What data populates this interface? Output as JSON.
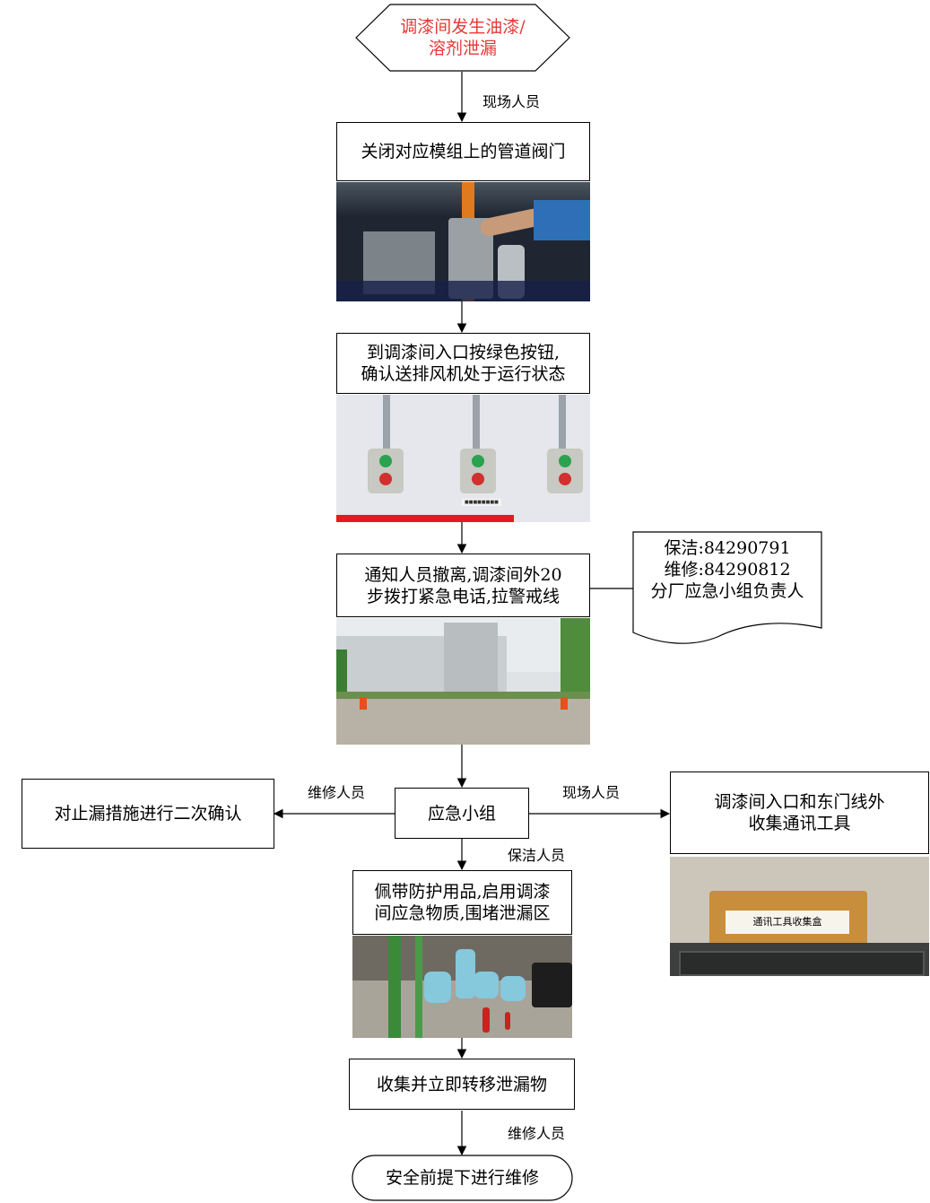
{
  "start": {
    "line1": "调漆间发生油漆/",
    "line2": "溶剂泄漏",
    "color": "#e53935"
  },
  "labels": {
    "onsite_1": "现场人员",
    "maint_left": "维修人员",
    "onsite_right": "现场人员",
    "cleaning": "保洁人员",
    "maint_bottom": "维修人员"
  },
  "steps": {
    "close_valve": "关闭对应模组上的管道阀门",
    "green_button_l1": "到调漆间入口按绿色按钮,",
    "green_button_l2": "确认送排风机处于运行状态",
    "notify_l1": "通知人员撤离,调漆间外20",
    "notify_l2": "步拨打紧急电话,拉警戒线",
    "emergency_group": "应急小组",
    "confirm_measures": "对止漏措施进行二次确认",
    "collect_tools_l1": "调漆间入口和东门线外",
    "collect_tools_l2": "收集通讯工具",
    "ppe_l1": "佩带防护用品,启用调漆",
    "ppe_l2": "间应急物质,围堵泄漏区",
    "collect_leak": "收集并立即转移泄漏物",
    "end": "安全前提下进行维修"
  },
  "contacts": {
    "cleaning": "保洁:84290791",
    "maintenance": "维修:84290812",
    "leader": "分厂应急小组负责人"
  },
  "photo_sign": "通讯工具收集盒",
  "photo_button_sign": "■■■■■■■■",
  "icons": {
    "photo_valve": "valve-photo-icon",
    "photo_buttons": "control-buttons-photo-icon",
    "photo_building": "factory-building-photo-icon",
    "photo_response": "emergency-team-photo-icon",
    "photo_box": "tool-collection-box-photo-icon"
  }
}
